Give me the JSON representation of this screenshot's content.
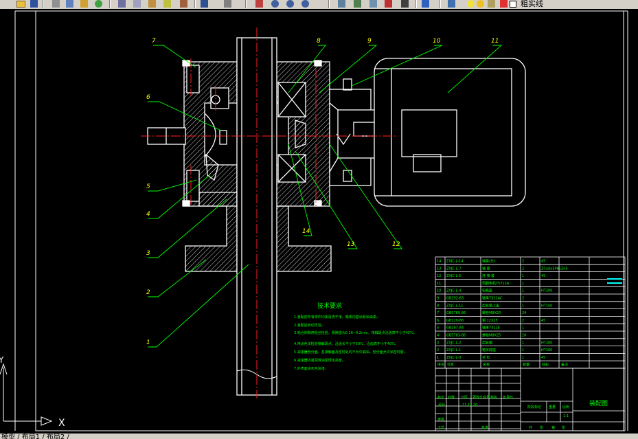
{
  "toolbar": {
    "layer_name": "粗实线",
    "icons": [
      "open-icon",
      "save-icon",
      "print-icon",
      "preview-icon",
      "publish-icon",
      "cut-icon",
      "copy-icon",
      "paste-icon",
      "match-properties-icon",
      "undo-icon",
      "redo-icon",
      "pan-icon",
      "zoom-realtime-icon",
      "zoom-window-icon",
      "zoom-previous-icon",
      "properties-icon",
      "design-center-icon",
      "tool-palettes-icon",
      "sheet-set-icon",
      "markup-icon",
      "calculator-icon",
      "help-icon",
      "layer-manager-icon",
      "lightbulb-icon",
      "sun-icon",
      "lock-icon",
      "color-swatch-icon"
    ]
  },
  "statusbar": {
    "tabs_text": "模型 / 布局1 / 布局2 /"
  },
  "ucs": {
    "x_label": "X",
    "y_label": "Y"
  },
  "drawing": {
    "part_callouts": [
      "1",
      "2",
      "3",
      "4",
      "5",
      "6",
      "7",
      "8",
      "9",
      "10",
      "11",
      "12",
      "13",
      "14"
    ],
    "tech_requirements_title": "技术要求",
    "tech_requirements": [
      "1.装配前所有零件均需清洗干净，箱体内壁涂耐油油漆。",
      "2.装配后转动灵活。",
      "3.啮合侧隙用铅丝检验，侧隙值为0.16~0.2mm，接触斑点沿齿高不小于45%。",
      "4.用涂色法检验接触斑点，沿齿长不小于50%，沿齿高不小于40%。",
      "5.减速器剖分面、各接触面及密封处均不允许漏油，剖分面允许涂密封胶。",
      "6.减速器内装润滑油至规定高度。",
      "7.外表面涂灰色油漆。"
    ],
    "bom_rows": [
      {
        "no": "14",
        "code": "ZXJC-L-14",
        "name": "端盖(左)",
        "qty": "2",
        "material": "45"
      },
      {
        "no": "13",
        "code": "ZXJC-L-7",
        "name": "轴    套",
        "qty": "2",
        "material": "ZCuSn5Pb5Zn5"
      },
      {
        "no": "12",
        "code": "ZXJC-L-5",
        "name": "连  接  套",
        "qty": "1",
        "material": "45"
      },
      {
        "no": "11",
        "code": "",
        "name": "伺服电机Y5712A",
        "qty": "1",
        "material": ""
      },
      {
        "no": "10",
        "code": "ZXJC-L-4",
        "name": "电机座",
        "qty": "1",
        "material": "HT200"
      },
      {
        "no": "9",
        "code": "GB292-83",
        "name": "轴承7311AC",
        "qty": "2",
        "material": ""
      },
      {
        "no": "8",
        "code": "ZXJC-L-11",
        "name": "齿轮箱上盖",
        "qty": "1",
        "material": "HT150"
      },
      {
        "no": "7",
        "code": "GB5789-86",
        "name": "螺栓M8X20",
        "qty": "24",
        "material": ""
      },
      {
        "no": "6",
        "code": "GB119-86",
        "name": "销  12X25",
        "qty": "2",
        "material": "45"
      },
      {
        "no": "5",
        "code": "GB297-84",
        "name": "轴承7311E",
        "qty": "1",
        "material": ""
      },
      {
        "no": "4",
        "code": "GB5783-86",
        "name": "螺栓M8X25",
        "qty": "20",
        "material": ""
      },
      {
        "no": "3",
        "code": "ZXJC-L-2",
        "name": "齿轮箱",
        "qty": "1",
        "material": "HT200"
      },
      {
        "no": "2",
        "code": "ZXJC-L-1",
        "name": "箱体底座",
        "qty": "1",
        "material": "HT200"
      },
      {
        "no": "1",
        "code": "ZXJC-L-0",
        "name": "丝  杠",
        "qty": "1",
        "material": "45"
      }
    ],
    "bom_header": {
      "no": "序号",
      "code": "代号",
      "name": "名称",
      "qty": "数量",
      "material": "材料",
      "note": "备注"
    },
    "title_block": {
      "drawing_name": "装配图",
      "stage_label": "阶段标记",
      "weight_label": "重量",
      "scale_label": "比例",
      "scale_value": "1:1",
      "designer_label": "设计",
      "date": "11.12.20",
      "row_mark_labels": [
        "标记",
        "处数",
        "分区",
        "更改文件号",
        "签名",
        "年月日"
      ],
      "approve_labels": [
        "审核",
        "工艺",
        "批准"
      ],
      "sheet_labels": [
        "共",
        "张",
        "第",
        "张"
      ]
    }
  }
}
